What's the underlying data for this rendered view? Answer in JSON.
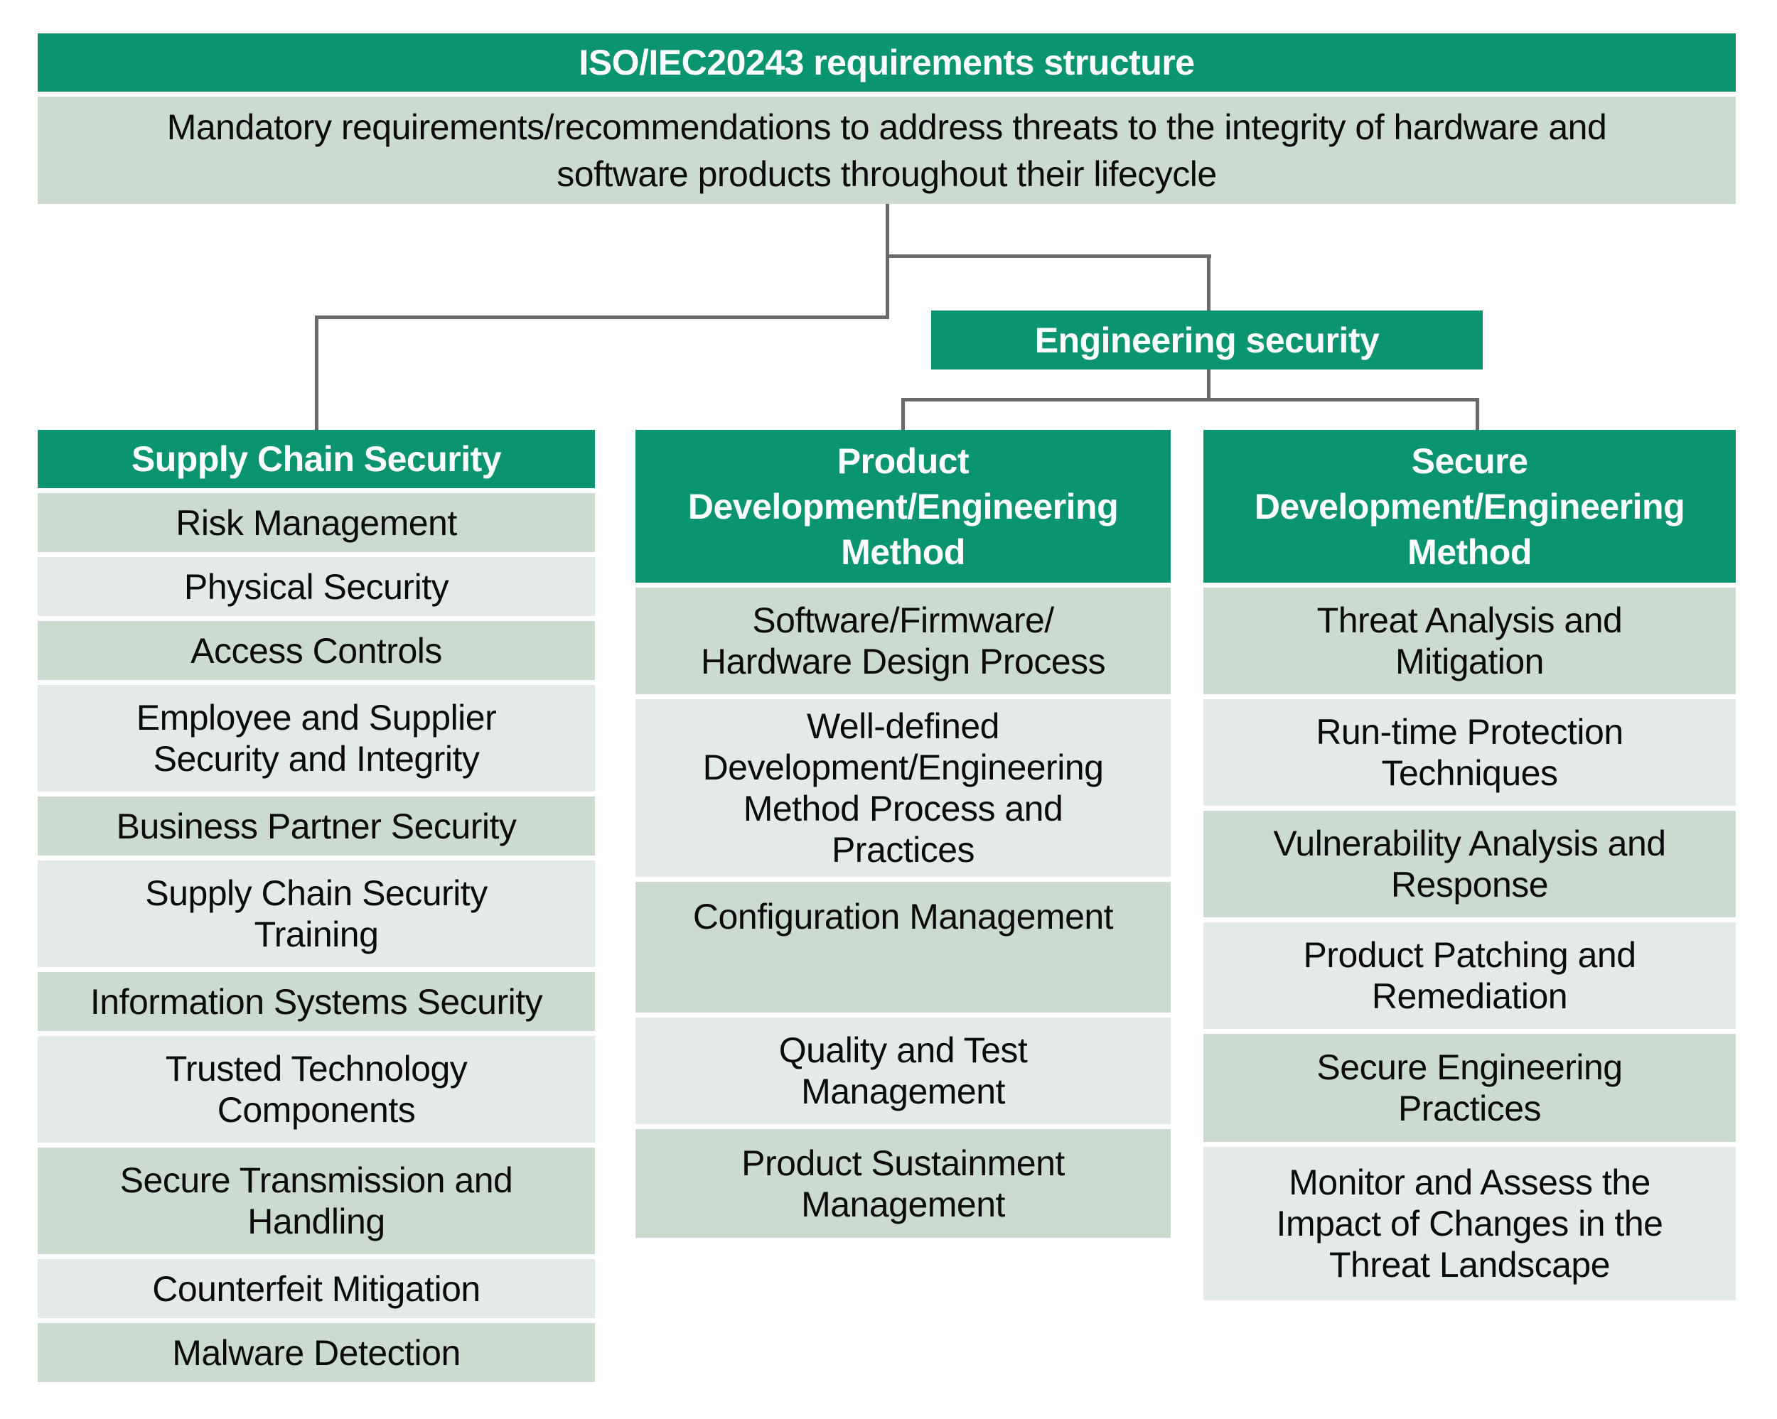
{
  "title": "ISO/IEC20243 requirements structure",
  "subtitle": "Mandatory requirements/recommendations to address threats to the integrity of hardware and\nsoftware products throughout their lifecycle",
  "engineering_branch": {
    "label": "Engineering security"
  },
  "columns": [
    {
      "id": "supply-chain-security",
      "header": "Supply Chain Security",
      "items": [
        "Risk Management",
        "Physical Security",
        "Access Controls",
        "Employee and Supplier\nSecurity and Integrity",
        "Business Partner Security",
        "Supply Chain Security\nTraining",
        "Information Systems Security",
        "Trusted Technology\nComponents",
        "Secure Transmission and\nHandling",
        "Counterfeit Mitigation",
        "Malware Detection"
      ]
    },
    {
      "id": "product-development-engineering-method",
      "header": "Product\nDevelopment/Engineering\nMethod",
      "items": [
        "Software/Firmware/\nHardware Design Process",
        "Well-defined\nDevelopment/Engineering\nMethod Process and\nPractices",
        "Configuration Management",
        "Quality and Test\nManagement",
        "Product Sustainment\nManagement"
      ]
    },
    {
      "id": "secure-development-engineering-method",
      "header": "Secure\nDevelopment/Engineering\nMethod",
      "items": [
        "Threat Analysis and\nMitigation",
        "Run-time Protection\nTechniques",
        "Vulnerability Analysis and\nResponse",
        "Product Patching and\nRemediation",
        "Secure Engineering\nPractices",
        "Monitor and Assess the\nImpact of Changes in the\nThreat Landscape"
      ]
    }
  ],
  "colors": {
    "green": "#0a9470",
    "row_dark": "#cbdbd0",
    "row_light": "#e4ebe6",
    "line": "#696969"
  }
}
